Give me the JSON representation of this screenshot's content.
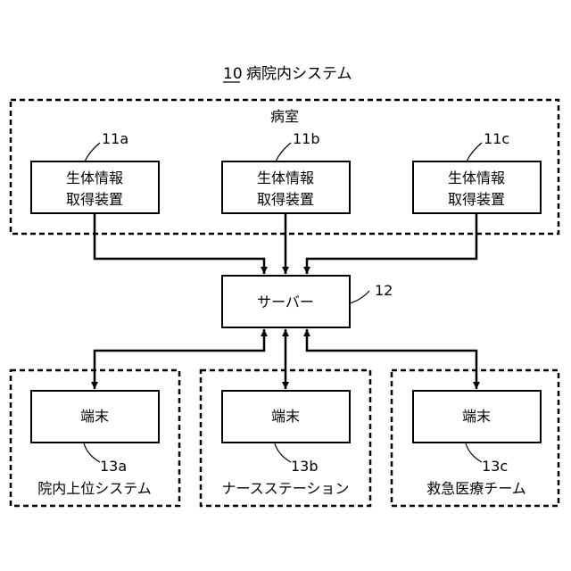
{
  "title": {
    "number": "10",
    "text": "病院内システム"
  },
  "ward": {
    "label": "病室"
  },
  "devices": [
    {
      "ref": "11a",
      "line1": "生体情報",
      "line2": "取得装置"
    },
    {
      "ref": "11b",
      "line1": "生体情報",
      "line2": "取得装置"
    },
    {
      "ref": "11c",
      "line1": "生体情報",
      "line2": "取得装置"
    }
  ],
  "server": {
    "label": "サーバー",
    "ref": "12"
  },
  "terminals": [
    {
      "label": "端末",
      "ref": "13a",
      "group": "院内上位システム"
    },
    {
      "label": "端末",
      "ref": "13b",
      "group": "ナースステーション"
    },
    {
      "label": "端末",
      "ref": "13c",
      "group": "救急医療チーム"
    }
  ]
}
